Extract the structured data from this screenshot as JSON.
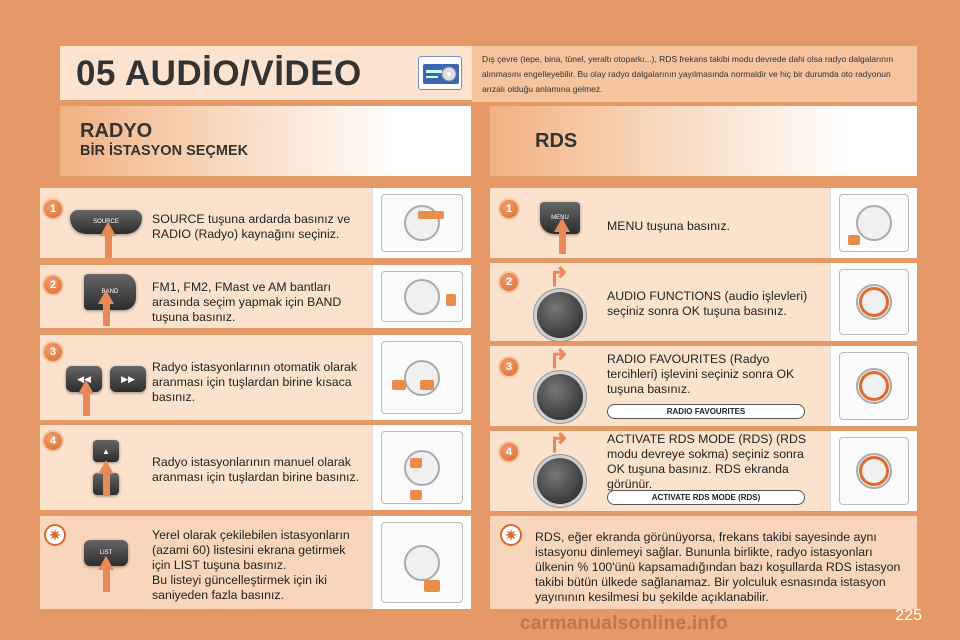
{
  "header": {
    "title": "05 AUDİO/VİDEO",
    "intro": "Dış çevre (tepe, bina, tünel, yeraltı otoparkı...), RDS frekans takibi modu devrede dahi olsa radyo dalgalarının alınmasını engelleyebilir. Bu olay radyo dalgalarının yayılmasında normaldir ve hiç bir durumda oto radyonun arızalı olduğu anlamına gelmez."
  },
  "left": {
    "heading": "RADYO",
    "subheading": "BİR İSTASYON SEÇMEK",
    "steps": [
      {
        "num": "1",
        "text": "SOURCE tuşuna ardarda basınız ve RADIO (Radyo) kaynağını seçiniz.",
        "button": "SOURCE"
      },
      {
        "num": "2",
        "text": "FM1, FM2, FMast ve AM bantları arasında seçim yapmak için BAND tuşuna basınız.",
        "button": "BAND"
      },
      {
        "num": "3",
        "text": "Radyo istasyonlarının otomatik olarak aranması için tuşlardan birine kısaca basınız.",
        "button_left": "◀◀",
        "button_right": "▶▶"
      },
      {
        "num": "4",
        "text": "Radyo istasyonlarının manuel olarak aranması için tuşlardan birine basınız.",
        "button_up": "▲",
        "button_down": "▼"
      }
    ],
    "tip": {
      "text": "Yerel olarak çekilebilen istasyonların (azami 60) listesini ekrana getirmek için LIST tuşuna basınız.\nBu listeyi güncelleştirmek için iki saniyeden fazla basınız.",
      "button": "LIST"
    }
  },
  "right": {
    "heading": "RDS",
    "steps": [
      {
        "num": "1",
        "text": "MENU tuşuna basınız.",
        "button": "MENU"
      },
      {
        "num": "2",
        "text": "AUDIO FUNCTIONS (audio işlevleri) seçiniz sonra OK tuşuna basınız."
      },
      {
        "num": "3",
        "text": "RADIO FAVOURITES (Radyo tercihleri) işlevini seçiniz sonra OK tuşuna basınız.",
        "pill": "RADIO FAVOURITES"
      },
      {
        "num": "4",
        "text": "ACTIVATE RDS MODE (RDS) (RDS modu devreye sokma) seçiniz sonra OK tuşuna basınız. RDS ekranda görünür.",
        "pill": "ACTIVATE RDS MODE (RDS)"
      }
    ],
    "tip": {
      "text": "RDS, eğer ekranda görünüyorsa, frekans takibi sayesinde aynı istasyonu dinlemeyi sağlar. Bununla birlikte, radyo istasyonları ülkenin % 100'ünü kapsamadığından bazı koşullarda RDS istasyon takibi bütün ülkede sağlanamaz. Bir yolculuk esnasında istasyon yayınının kesilmesi bu şekilde açıklanabilir."
    }
  },
  "footer": {
    "page_number": "225",
    "watermark": "carmanualsonline.info"
  }
}
